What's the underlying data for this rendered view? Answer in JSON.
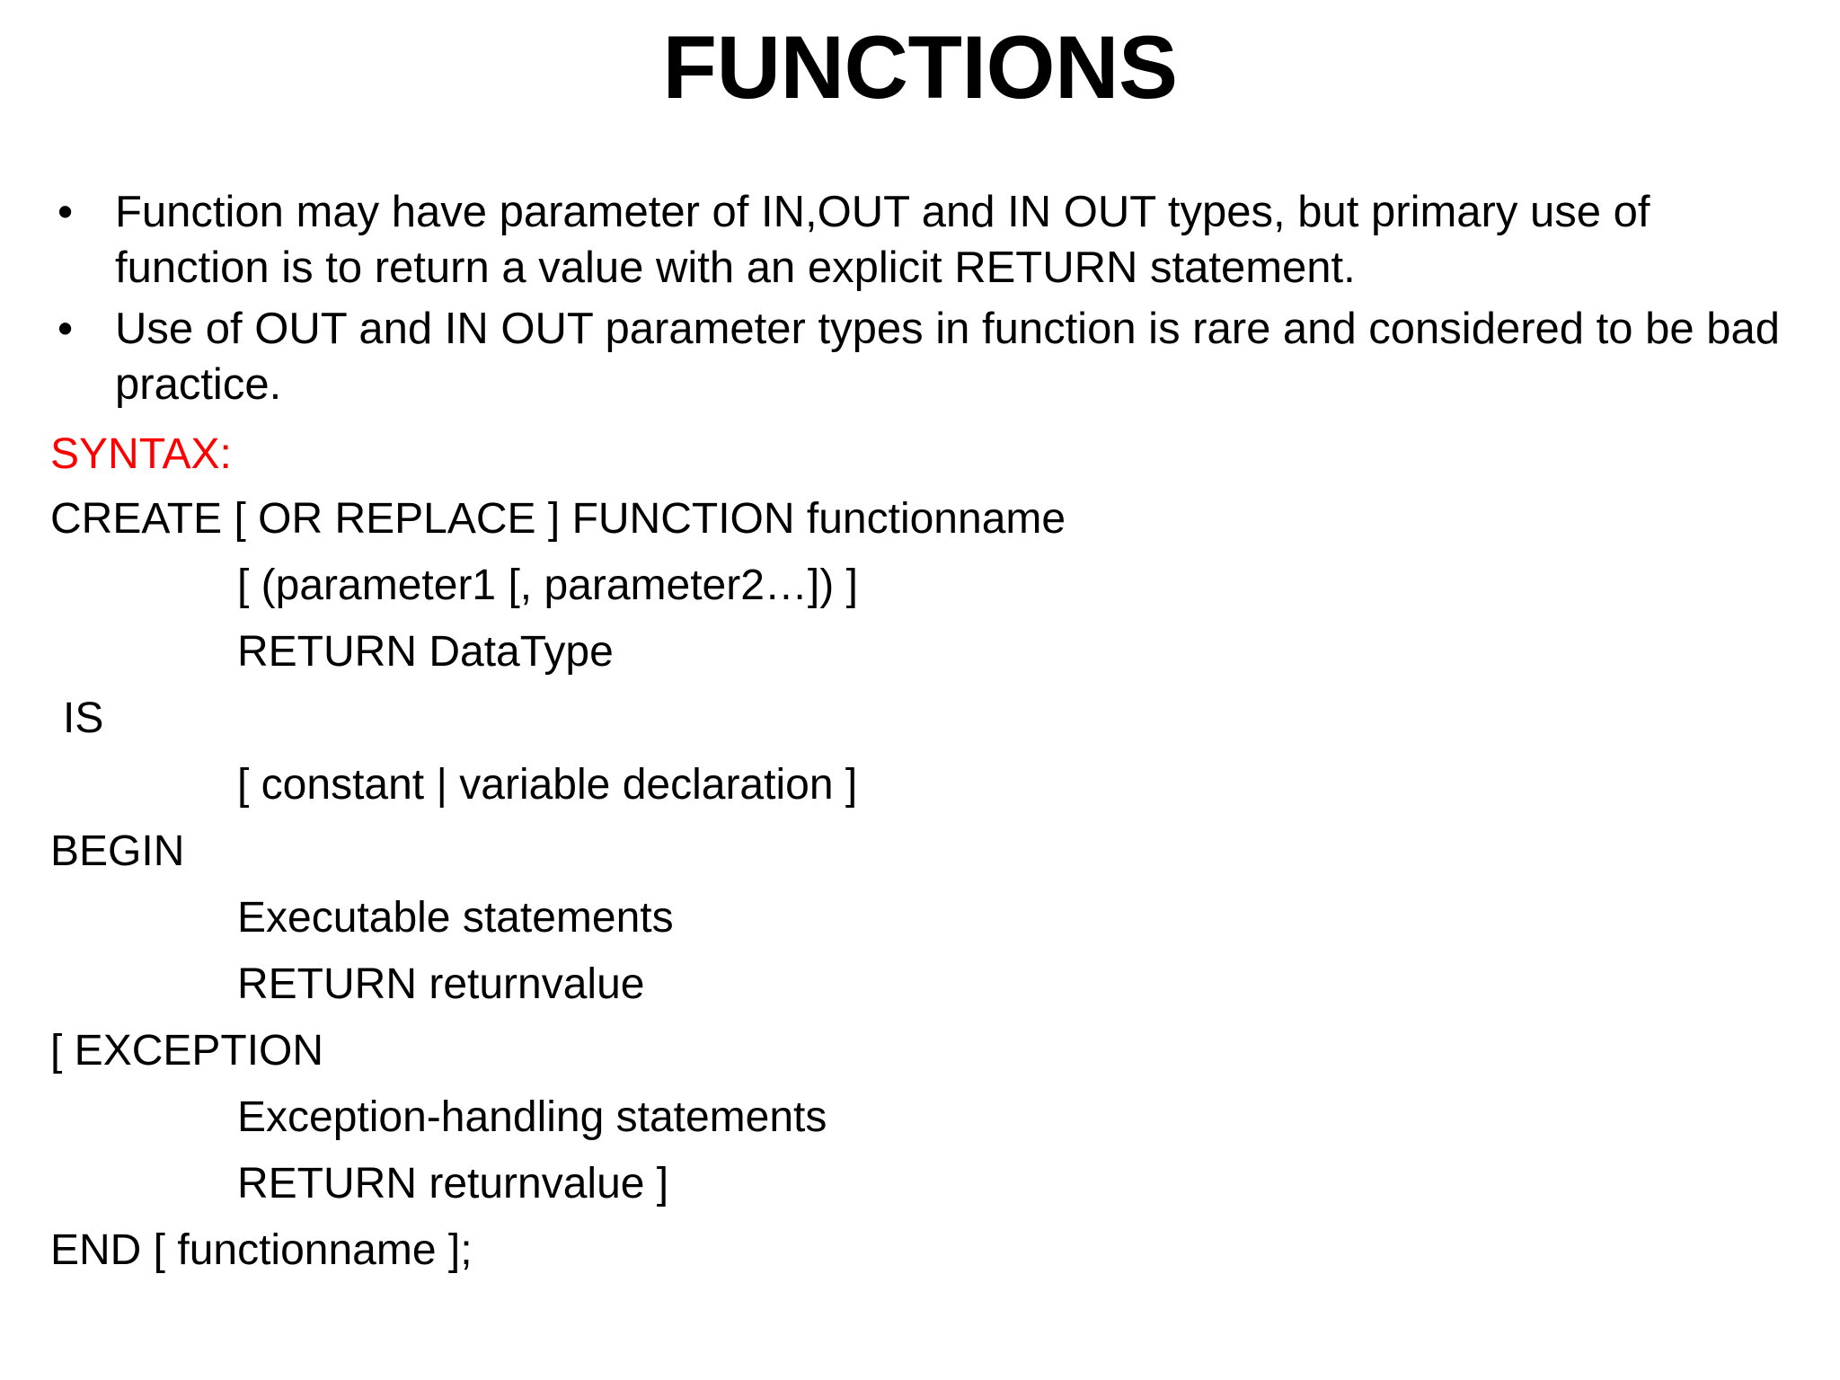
{
  "slide": {
    "title": "FUNCTIONS",
    "bullet_marker": "•",
    "bullets": [
      "Function may have parameter of IN,OUT and IN OUT types, but primary use of function is to return a value with an explicit RETURN statement.",
      "Use of OUT and IN OUT parameter types in function is rare and considered to be bad practice."
    ],
    "syntax_label": "SYNTAX:",
    "syntax_label_color": "#FF0000",
    "syntax_lines": [
      {
        "text": "CREATE [ OR REPLACE ] FUNCTION functionname",
        "indent": "ind-0"
      },
      {
        "text": "[ (parameter1 [, parameter2…]) ]",
        "indent": "ind-1"
      },
      {
        "text": "RETURN DataType",
        "indent": "ind-1"
      },
      {
        "text": "IS",
        "indent": "ind-is"
      },
      {
        "text": "[ constant | variable declaration ]",
        "indent": "ind-1"
      },
      {
        "text": "BEGIN",
        "indent": "ind-0"
      },
      {
        "text": "Executable statements",
        "indent": "ind-1"
      },
      {
        "text": "RETURN returnvalue",
        "indent": "ind-1"
      },
      {
        "text": "[ EXCEPTION",
        "indent": "ind-0"
      },
      {
        "text": "Exception-handling statements",
        "indent": "ind-1"
      },
      {
        "text": "RETURN returnvalue ]",
        "indent": "ind-1"
      },
      {
        "text": "END [ functionname ];",
        "indent": "ind-0"
      }
    ]
  }
}
